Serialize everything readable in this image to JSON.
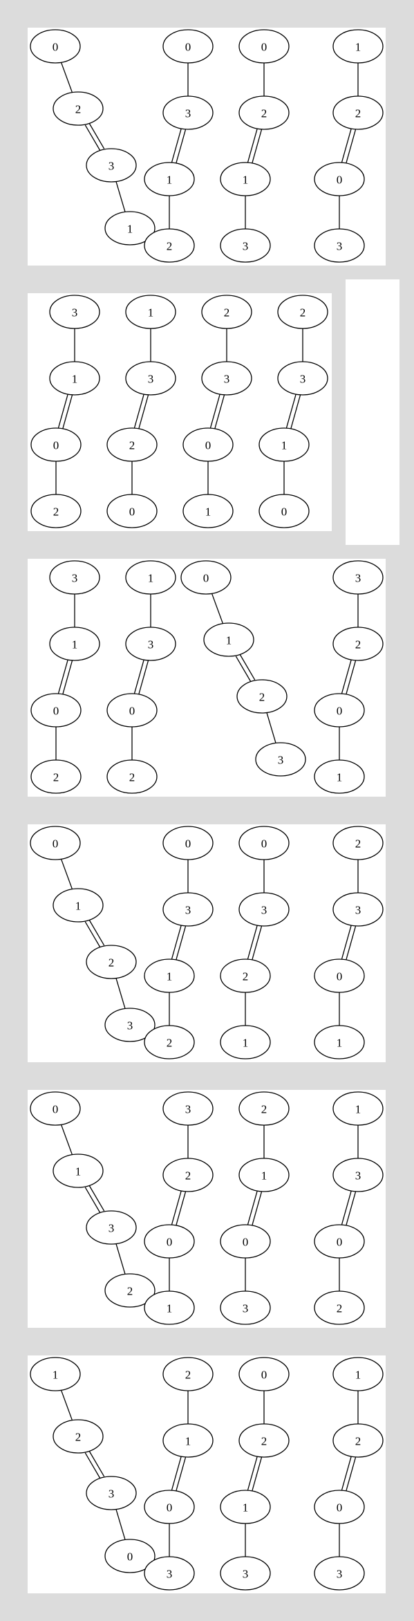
{
  "colors": {
    "background": "#dcdcdc",
    "panel": "#ffffff",
    "stroke": "#000000"
  },
  "panels": [
    {
      "graphs": [
        {
          "layout": "staircase",
          "nodes": [
            "0",
            "2",
            "3",
            "1"
          ],
          "bonds": [
            1,
            2,
            1
          ]
        },
        {
          "layout": "chain",
          "nodes": [
            "0",
            "3",
            "1",
            "2"
          ],
          "bonds": [
            1,
            2,
            1
          ]
        },
        {
          "layout": "chain",
          "nodes": [
            "0",
            "2",
            "1",
            "3"
          ],
          "bonds": [
            1,
            2,
            1
          ]
        },
        {
          "layout": "chain",
          "nodes": [
            "1",
            "2",
            "0",
            "3"
          ],
          "bonds": [
            1,
            2,
            1
          ]
        }
      ]
    },
    {
      "graphs": [
        {
          "layout": "chain",
          "nodes": [
            "3",
            "1",
            "0",
            "2"
          ],
          "bonds": [
            1,
            2,
            1
          ]
        },
        {
          "layout": "chain",
          "nodes": [
            "1",
            "3",
            "2",
            "0"
          ],
          "bonds": [
            1,
            2,
            1
          ]
        },
        {
          "layout": "chain",
          "nodes": [
            "2",
            "3",
            "0",
            "1"
          ],
          "bonds": [
            1,
            2,
            1
          ]
        },
        {
          "layout": "chain",
          "nodes": [
            "2",
            "3",
            "1",
            "0"
          ],
          "bonds": [
            1,
            2,
            1
          ]
        }
      ],
      "has_empty_side_panel": true
    },
    {
      "graphs": [
        {
          "layout": "chain",
          "nodes": [
            "3",
            "1",
            "0",
            "2"
          ],
          "bonds": [
            1,
            2,
            1
          ]
        },
        {
          "layout": "chain",
          "nodes": [
            "1",
            "3",
            "0",
            "2"
          ],
          "bonds": [
            1,
            2,
            1
          ]
        },
        {
          "layout": "staircase-mid",
          "nodes": [
            "0",
            "1",
            "2",
            "3"
          ],
          "bonds": [
            1,
            2,
            1
          ]
        },
        {
          "layout": "chain",
          "nodes": [
            "3",
            "2",
            "0",
            "1"
          ],
          "bonds": [
            1,
            2,
            1
          ]
        }
      ]
    },
    {
      "graphs": [
        {
          "layout": "staircase",
          "nodes": [
            "0",
            "1",
            "2",
            "3"
          ],
          "bonds": [
            1,
            2,
            1
          ]
        },
        {
          "layout": "chain",
          "nodes": [
            "0",
            "3",
            "1",
            "2"
          ],
          "bonds": [
            1,
            2,
            1
          ]
        },
        {
          "layout": "chain",
          "nodes": [
            "0",
            "3",
            "2",
            "1"
          ],
          "bonds": [
            1,
            2,
            1
          ]
        },
        {
          "layout": "chain",
          "nodes": [
            "2",
            "3",
            "0",
            "1"
          ],
          "bonds": [
            1,
            2,
            1
          ]
        }
      ]
    },
    {
      "graphs": [
        {
          "layout": "staircase",
          "nodes": [
            "0",
            "1",
            "3",
            "2"
          ],
          "bonds": [
            1,
            2,
            1
          ]
        },
        {
          "layout": "chain",
          "nodes": [
            "3",
            "2",
            "0",
            "1"
          ],
          "bonds": [
            1,
            2,
            1
          ]
        },
        {
          "layout": "chain",
          "nodes": [
            "2",
            "1",
            "0",
            "3"
          ],
          "bonds": [
            1,
            2,
            1
          ]
        },
        {
          "layout": "chain",
          "nodes": [
            "1",
            "3",
            "0",
            "2"
          ],
          "bonds": [
            1,
            2,
            1
          ]
        }
      ]
    },
    {
      "graphs": [
        {
          "layout": "staircase",
          "nodes": [
            "1",
            "2",
            "3",
            "0"
          ],
          "bonds": [
            1,
            2,
            1
          ]
        },
        {
          "layout": "chain",
          "nodes": [
            "2",
            "1",
            "0",
            "3"
          ],
          "bonds": [
            1,
            2,
            1
          ]
        },
        {
          "layout": "chain",
          "nodes": [
            "0",
            "2",
            "1",
            "3"
          ],
          "bonds": [
            1,
            2,
            1
          ]
        },
        {
          "layout": "chain",
          "nodes": [
            "1",
            "2",
            "0",
            "3"
          ],
          "bonds": [
            1,
            2,
            1
          ]
        }
      ]
    }
  ]
}
